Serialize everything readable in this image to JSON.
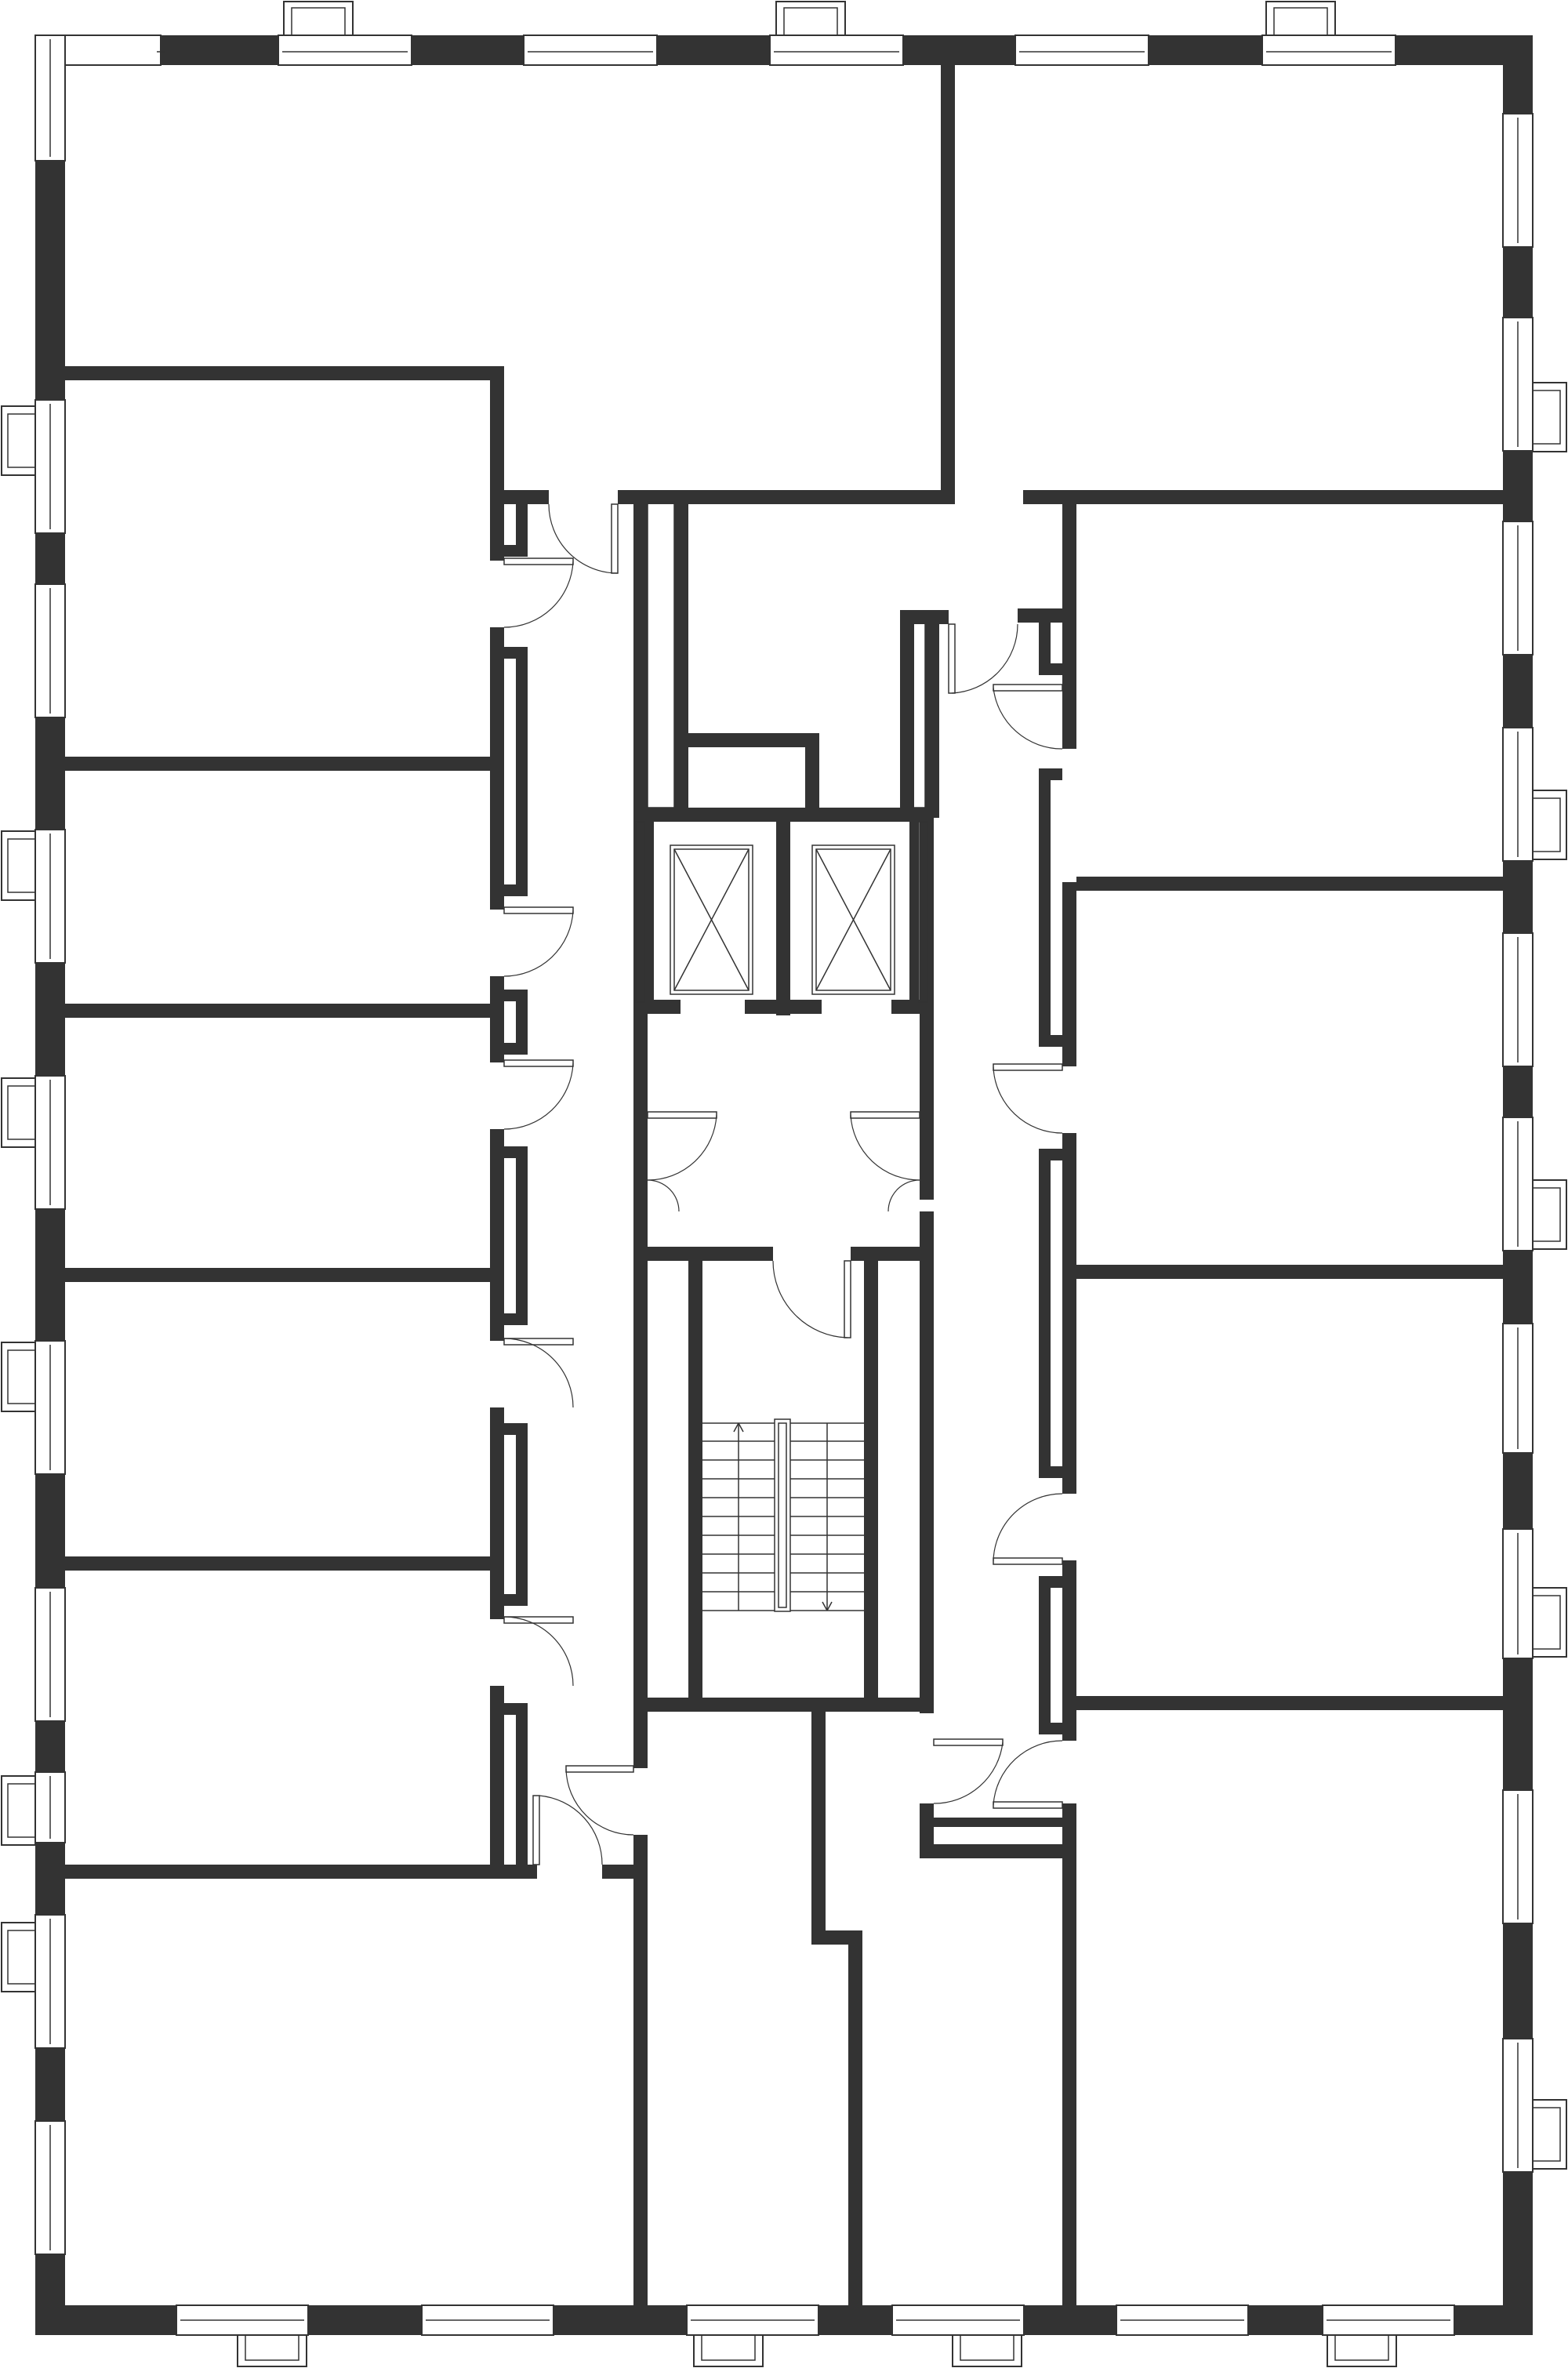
{
  "plan": {
    "wall_color": "#333333",
    "line_color": "#333333",
    "background": "#ffffff",
    "elevator_count": 2,
    "stair_flights": 2,
    "stair_arrows": [
      "up-arrow",
      "down-arrow"
    ]
  }
}
